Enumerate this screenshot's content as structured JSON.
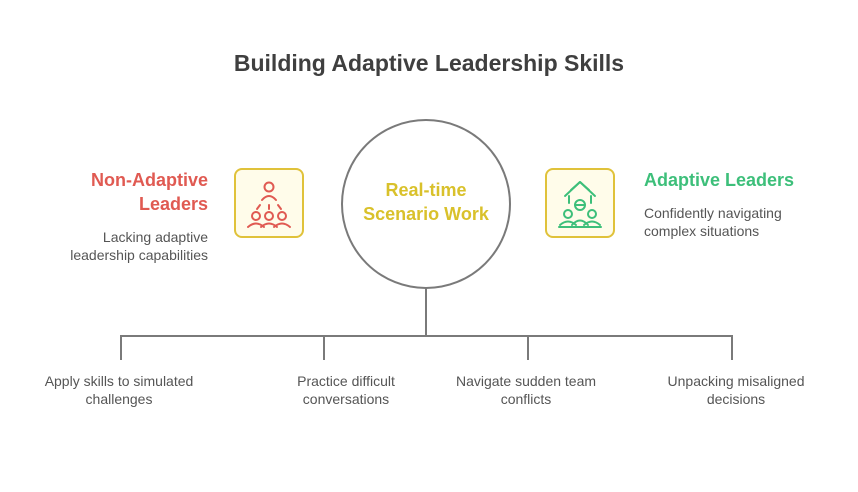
{
  "title": "Building Adaptive Leadership Skills",
  "left": {
    "title_line1": "Non-Adaptive",
    "title_line2": "Leaders",
    "desc_line1": "Lacking adaptive",
    "desc_line2": "leadership capabilities",
    "icon": "group-hierarchy-icon",
    "color": "#e05a52"
  },
  "right": {
    "title": "Adaptive Leaders",
    "desc_line1": "Confidently navigating",
    "desc_line2": "complex situations",
    "icon": "team-growth-icon",
    "color": "#3dbf7a"
  },
  "center": {
    "line1": "Real-time",
    "line2": "Scenario Work",
    "color": "#d9c12b"
  },
  "leaves": [
    {
      "line1": "Apply skills to simulated",
      "line2": "challenges"
    },
    {
      "line1": "Practice difficult",
      "line2": "conversations"
    },
    {
      "line1": "Navigate sudden team",
      "line2": "conflicts"
    },
    {
      "line1": "Unpacking misaligned",
      "line2": "decisions"
    }
  ]
}
